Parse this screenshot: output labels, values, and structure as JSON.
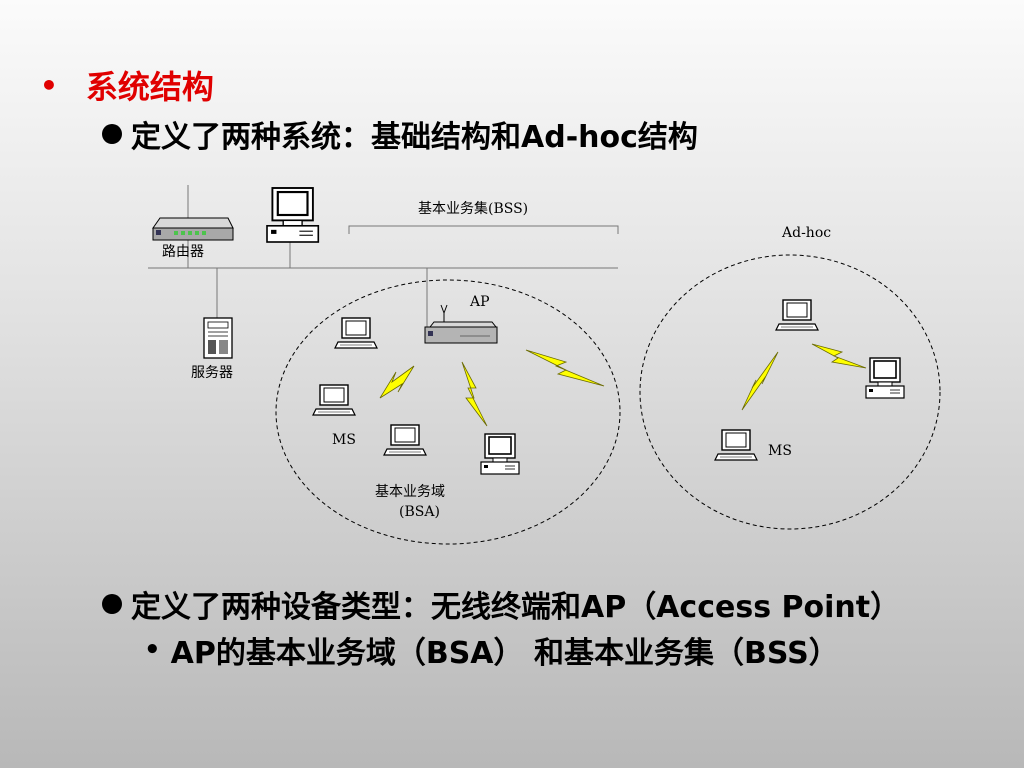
{
  "heading": {
    "bullet": "•",
    "text": "系统结构"
  },
  "bullets": [
    {
      "text": "定义了两种系统：基础结构和Ad-hoc结构"
    },
    {
      "text": "定义了两种设备类型：无线终端和AP（Access Point）"
    }
  ],
  "sub_bullets": [
    {
      "bullet": "•",
      "text": "AP的基本业务域（BSA） 和基本业务集（BSS）"
    }
  ],
  "diagram": {
    "router_label": "路由器",
    "server_label": "服务器",
    "bss_label": "基本业务集(BSS)",
    "ap_label": "AP",
    "ms_label_left": "MS",
    "bsa_label_line1": "基本业务域",
    "bsa_label_line2": "(BSA)",
    "adhoc_label": "Ad-hoc",
    "ms_label_right": "MS"
  },
  "colors": {
    "heading": "#e00000",
    "lightning_fill": "#ffff00",
    "lightning_stroke": "#6a6a00"
  },
  "icons": [
    "router-icon",
    "desktop-computer-icon",
    "server-icon",
    "access-point-icon",
    "laptop-icon",
    "lightning-icon"
  ]
}
